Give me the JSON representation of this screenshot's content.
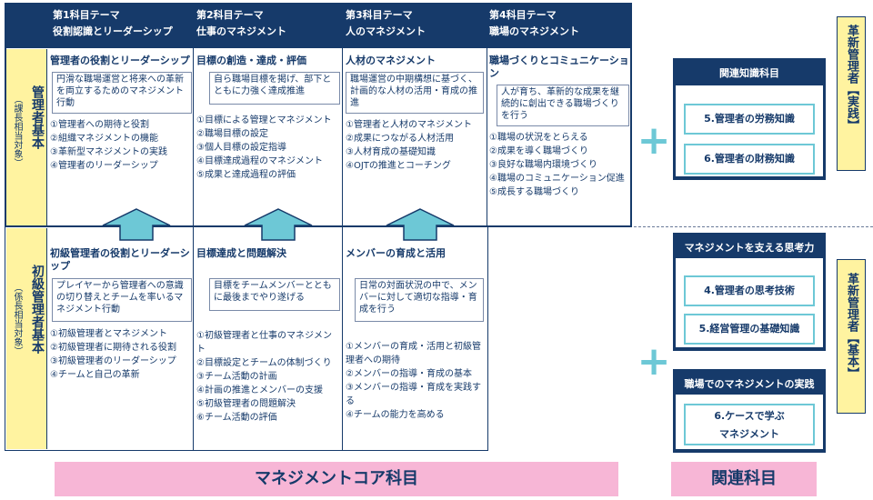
{
  "themes": [
    {
      "num": "第1科目テーマ",
      "name": "役割認識とリーダーシップ"
    },
    {
      "num": "第2科目テーマ",
      "name": "仕事のマネジメント"
    },
    {
      "num": "第3科目テーマ",
      "name": "人のマネジメント"
    },
    {
      "num": "第4科目テーマ",
      "name": "職場のマネジメント"
    }
  ],
  "levels": {
    "upper": {
      "title": "管理者基本",
      "sub": "（課長相当対象）"
    },
    "lower": {
      "title": "初級管理者基本",
      "sub": "（係長相当対象）"
    }
  },
  "upper_cells": [
    {
      "title": "管理者の役割とリーダーシップ",
      "summary": "円滑な職場運営と将来への革新を両立するためのマネジメント行動",
      "items": [
        "①管理者への期待と役割",
        "②組織マネジメントの機能",
        "③革新型マネジメントの実践",
        "④管理者のリーダーシップ"
      ]
    },
    {
      "title": "目標の創造・達成・評価",
      "summary": "自ら職場目標を掲げ、部下とともに力強く達成推進",
      "items": [
        "①目標による管理とマネジメント",
        "②職場目標の設定",
        "③個人目標の設定指導",
        "④目標達成過程のマネジメント",
        "⑤成果と達成過程の評価"
      ]
    },
    {
      "title": "人材のマネジメント",
      "summary": "職場運営の中期構想に基づく、計画的な人材の活用・育成の推進",
      "items": [
        "①管理者と人材のマネジメント",
        "②成果につながる人材活用",
        "③人材育成の基礎知識",
        "④OJTの推進とコーチング"
      ]
    },
    {
      "title": "職場づくりとコミュニケーション",
      "summary": "人が育ち、革新的な成果を継続的に創出できる職場づくりを行う",
      "items": [
        "①職場の状況をとらえる",
        "②成果を導く職場づくり",
        "③良好な職場内環境づくり",
        "④職場のコミュニケーション促進",
        "⑤成長する職場づくり"
      ]
    }
  ],
  "lower_cells": [
    {
      "title": "初級管理者の役割とリーダーシップ",
      "summary": "プレイヤーから管理者への意識の切り替えとチームを率いるマネジメント行動",
      "items": [
        "①初級管理者とマネジメント",
        "②初級管理者に期待される役割",
        "③初級管理者のリーダーシップ",
        "④チームと自己の革新"
      ]
    },
    {
      "title": "目標達成と問題解決",
      "summary": "目標をチームメンバーとともに最後までやり遂げる",
      "items": [
        "①初級管理者と仕事のマネジメント",
        "②目標設定とチームの体制づくり",
        "③チーム活動の計画",
        "④計画の推進とメンバーの支援",
        "⑤初級管理者の問題解決",
        "⑥チーム活動の評価"
      ]
    },
    {
      "title": "メンバーの育成と活用",
      "summary": "日常の対面状況の中で、メンバーに対して適切な指導・育成を行う",
      "items": [
        "①メンバーの育成・活用と初級管理者への期待",
        "②メンバーの指導・育成の基本",
        "③メンバーの指導・育成を実践する",
        "④チームの能力を高める"
      ]
    }
  ],
  "related": {
    "group1": {
      "header": "関連知識科目",
      "items": [
        "5.管理者の労務知識",
        "6.管理者の財務知識"
      ]
    },
    "group2": {
      "header": "マネジメントを支える思考力",
      "items": [
        "4.管理者の思考技術",
        "5.経営管理の基礎知識"
      ]
    },
    "group3": {
      "header": "職場でのマネジメントの実践",
      "items": [
        "6.ケースで学ぶマネジメント"
      ]
    }
  },
  "side_labels": {
    "upper": "革新管理者【実践】",
    "lower": "革新管理者【基本】"
  },
  "plus": "+",
  "footer": {
    "core": "マネジメントコア科目",
    "related": "関連科目"
  },
  "colors": {
    "navy": "#163a6a",
    "cyan": "#6dc8d6",
    "yellow": "#fff3a0",
    "pink": "#f7b6d6"
  }
}
